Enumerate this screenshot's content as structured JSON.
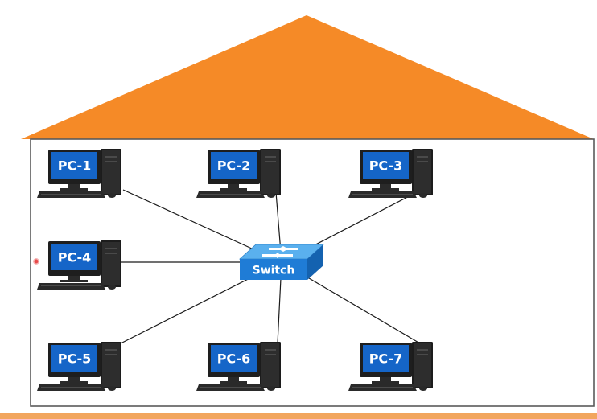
{
  "colors": {
    "roof": "#F58A27",
    "bottom_bar": "#F2A65E",
    "house_border": "#5a5a5a",
    "link": "#1a1a1a",
    "monitor_screen": "#1565C8",
    "switch_top": "#5AB0EE",
    "switch_front": "#1F7CD6",
    "switch_side": "#1462B0"
  },
  "switch": {
    "label": "Switch",
    "icon": "network-switch-icon"
  },
  "pcs": [
    {
      "id": "pc1",
      "label": "PC-1",
      "icon": "desktop-computer-icon"
    },
    {
      "id": "pc2",
      "label": "PC-2",
      "icon": "desktop-computer-icon"
    },
    {
      "id": "pc3",
      "label": "PC-3",
      "icon": "desktop-computer-icon"
    },
    {
      "id": "pc4",
      "label": "PC-4",
      "icon": "desktop-computer-icon"
    },
    {
      "id": "pc5",
      "label": "PC-5",
      "icon": "desktop-computer-icon"
    },
    {
      "id": "pc6",
      "label": "PC-6",
      "icon": "desktop-computer-icon"
    },
    {
      "id": "pc7",
      "label": "PC-7",
      "icon": "desktop-computer-icon"
    }
  ],
  "links": [
    {
      "from": "pc1",
      "to": "switch"
    },
    {
      "from": "pc2",
      "to": "switch"
    },
    {
      "from": "pc3",
      "to": "switch"
    },
    {
      "from": "pc4",
      "to": "switch"
    },
    {
      "from": "pc5",
      "to": "switch"
    },
    {
      "from": "pc6",
      "to": "switch"
    },
    {
      "from": "pc7",
      "to": "switch"
    }
  ]
}
